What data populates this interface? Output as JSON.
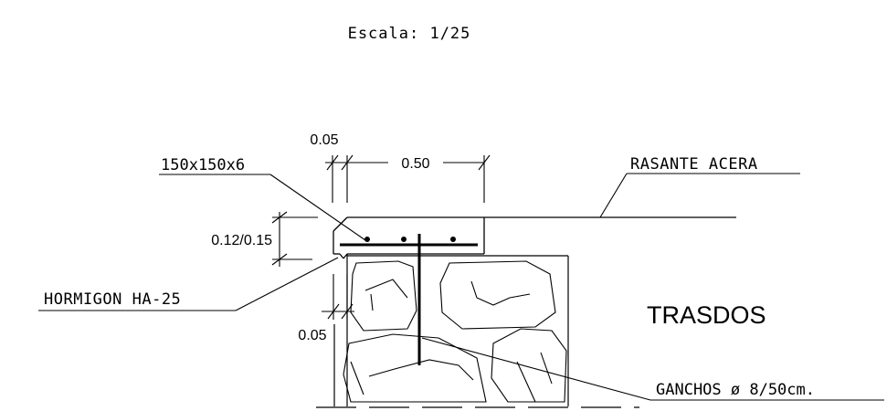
{
  "drawing": {
    "scale_label": "Escala: 1/25",
    "labels": {
      "profile": "150x150x6",
      "rasante": "RASANTE ACERA",
      "concrete": "HORMIGON HA-25",
      "backfill": "TRASDOS",
      "hooks": "GANCHOS ø 8/50cm."
    },
    "dimensions": {
      "top_small": "0.05",
      "top_width": "0.50",
      "height": "0.12/0.15",
      "bottom_small": "0.05"
    },
    "line_color": "#000000",
    "background_color": "#ffffff"
  }
}
